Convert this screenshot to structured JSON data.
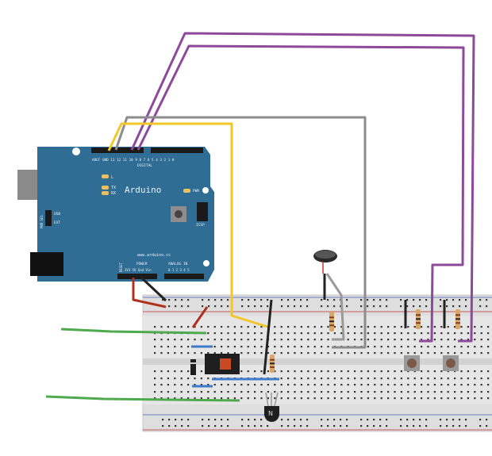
{
  "arduino": {
    "name": "Arduino",
    "url": "www.arduino.cc",
    "digital_label": "DIGITAL",
    "power_label": "POWER",
    "analog_label": "ANALOG IN",
    "icsp_label": "ICSP",
    "pwr_led_label": "PWR",
    "tx_label": "TX",
    "rx_label": "RX",
    "l_label": "L",
    "usb_label": "USB",
    "ext_label": "EXT",
    "pwr_sel_label": "PWR SEL",
    "reset_label": "RESET",
    "power_pins": "3V3 5V Gnd Vin",
    "analog_pins": "0 1 2 3 4 5",
    "digital_pins": "AREF GND 13 12 11 10 9 8   7 6 5 4 3 2 1 0",
    "board_color": "#2f6d95"
  },
  "wire_colors": {
    "purple": "#8e4a9a",
    "gray": "#8c8c8c",
    "yellow": "#f2c72a",
    "red": "#b0301e",
    "black": "#222222",
    "green": "#4faa4f",
    "blue": "#3d7cc9"
  }
}
